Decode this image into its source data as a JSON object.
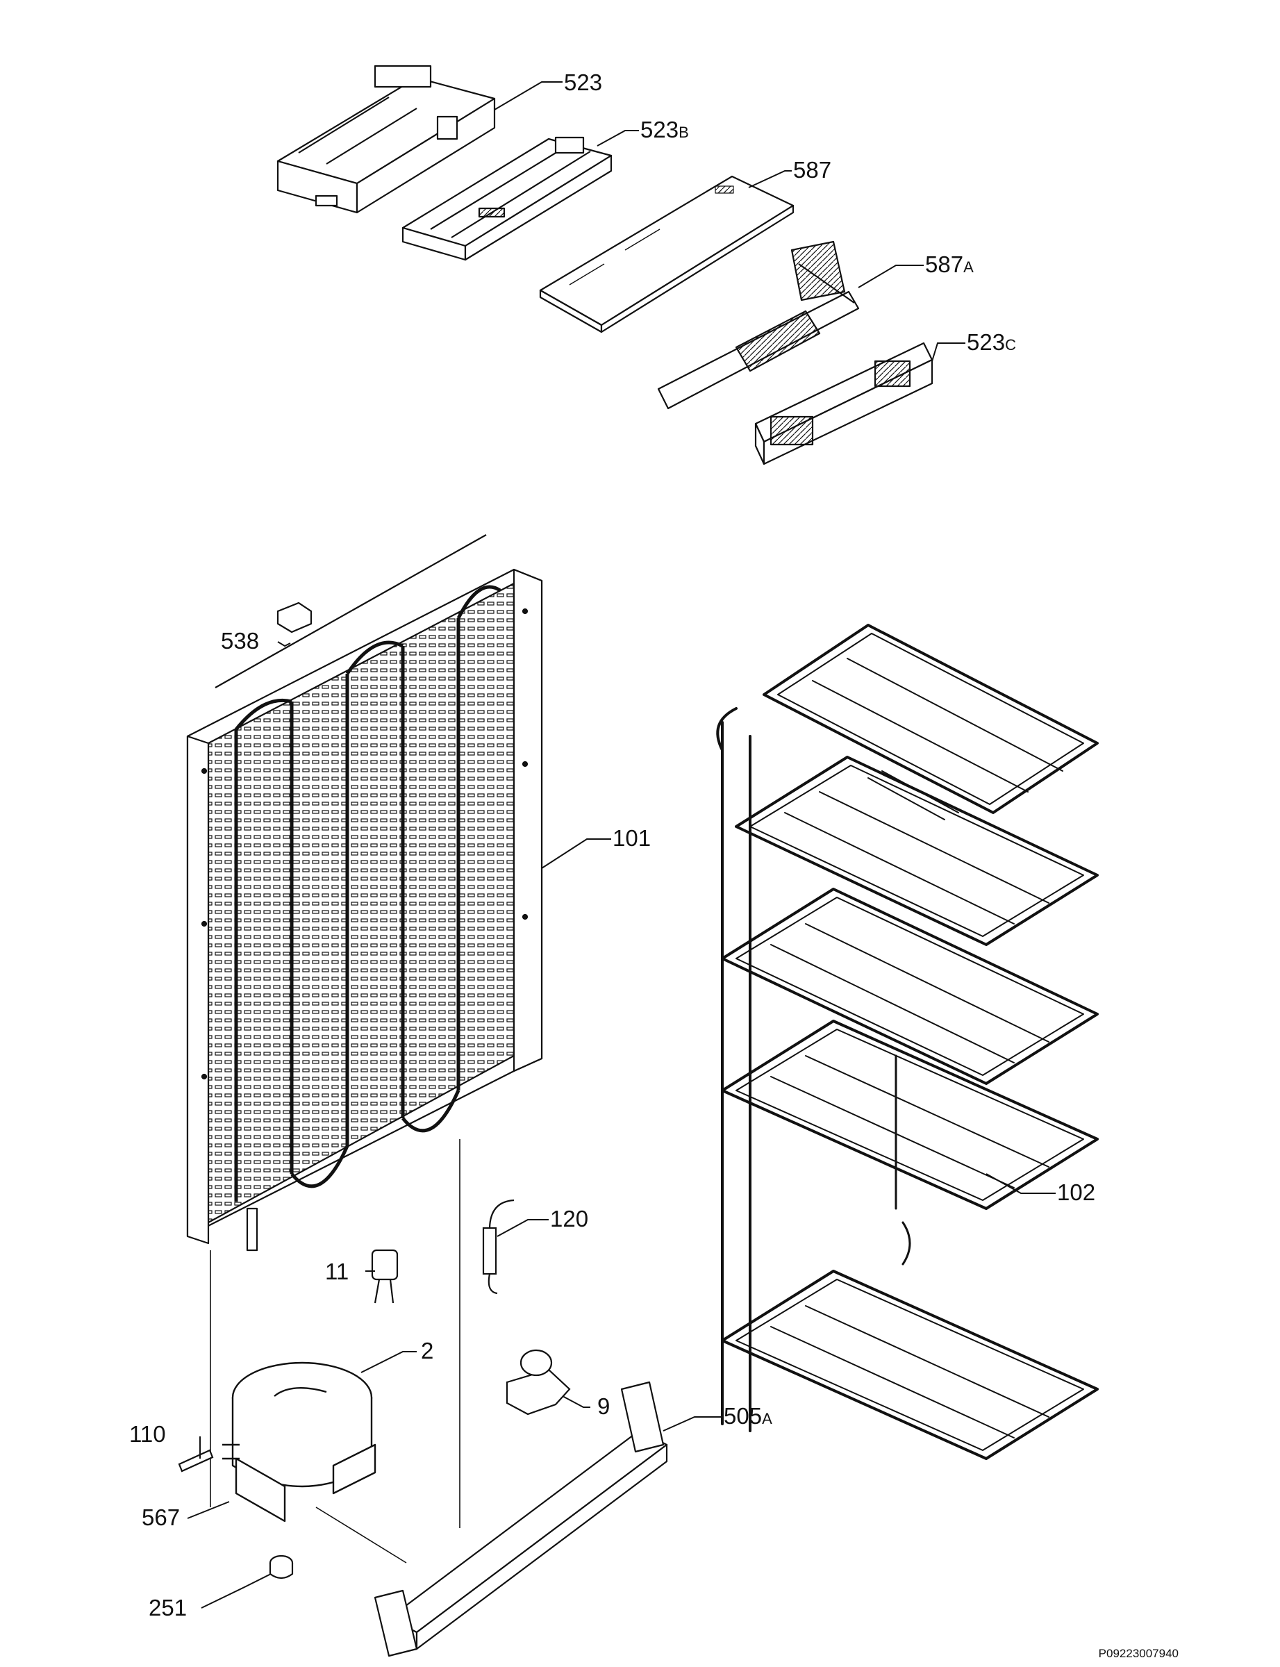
{
  "parts": [
    {
      "id": "523"
    },
    {
      "id": "523",
      "suffix": "B"
    },
    {
      "id": "587"
    },
    {
      "id": "587",
      "suffix": "A"
    },
    {
      "id": "523",
      "suffix": "C"
    },
    {
      "id": "538"
    },
    {
      "id": "101"
    },
    {
      "id": "102"
    },
    {
      "id": "120"
    },
    {
      "id": "11"
    },
    {
      "id": "2"
    },
    {
      "id": "9"
    },
    {
      "id": "110"
    },
    {
      "id": "567"
    },
    {
      "id": "505",
      "suffix": "A"
    },
    {
      "id": "251"
    }
  ],
  "drawing_code": "P09223007940",
  "colors": {
    "line": "#111111",
    "background": "#ffffff"
  }
}
